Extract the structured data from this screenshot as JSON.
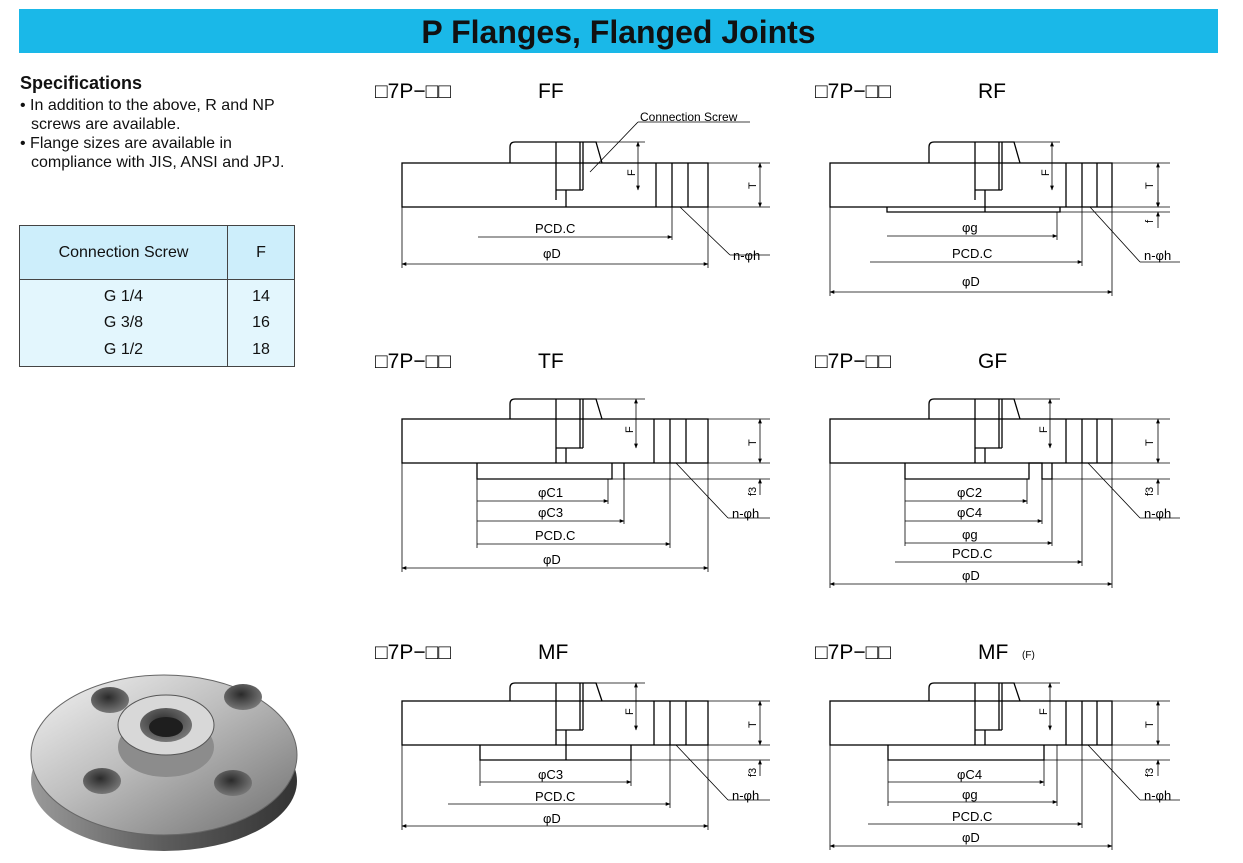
{
  "title": "P Flanges, Flanged Joints",
  "specifications": {
    "heading": "Specifications",
    "bullets": [
      "• In addition to the above, R and NP screws are available.",
      "• Flange sizes are available in compliance with JIS, ANSI and JPJ."
    ]
  },
  "screw_table": {
    "headers": [
      "Connection Screw",
      "F"
    ],
    "rows": [
      {
        "screw": "G 1/4",
        "f": "14"
      },
      {
        "screw": "G 3/8",
        "f": "16"
      },
      {
        "screw": "G 1/2",
        "f": "18"
      }
    ]
  },
  "diagrams": {
    "ff": {
      "model": "□7P−□□",
      "type": "FF",
      "callout": "Connection Screw",
      "labels": {
        "F": "F",
        "T": "T",
        "PCD": "PCD.C",
        "D": "φD",
        "nh": "n-φh"
      }
    },
    "rf": {
      "model": "□7P−□□",
      "type": "RF",
      "labels": {
        "F": "F",
        "T": "T",
        "f": "f",
        "g": "φg",
        "PCD": "PCD.C",
        "D": "φD",
        "nh": "n-φh"
      }
    },
    "tf": {
      "model": "□7P−□□",
      "type": "TF",
      "labels": {
        "F": "F",
        "T": "T",
        "f3": "f3",
        "C1": "φC1",
        "C3": "φC3",
        "PCD": "PCD.C",
        "D": "φD",
        "nh": "n-φh"
      }
    },
    "gf": {
      "model": "□7P−□□",
      "type": "GF",
      "labels": {
        "F": "F",
        "T": "T",
        "f3": "f3",
        "C2": "φC2",
        "C4": "φC4",
        "g": "φg",
        "PCD": "PCD.C",
        "D": "φD",
        "nh": "n-φh"
      }
    },
    "mf": {
      "model": "□7P−□□",
      "type": "MF",
      "labels": {
        "F": "F",
        "T": "T",
        "f3": "f3",
        "C3": "φC3",
        "PCD": "PCD.C",
        "D": "φD",
        "nh": "n-φh"
      }
    },
    "mff": {
      "model": "□7P−□□",
      "type": "MF",
      "suffix": "(F)",
      "labels": {
        "F": "F",
        "T": "T",
        "f3": "f3",
        "C4": "φC4",
        "g": "φg",
        "PCD": "PCD.C",
        "D": "φD",
        "nh": "n-φh"
      }
    }
  }
}
